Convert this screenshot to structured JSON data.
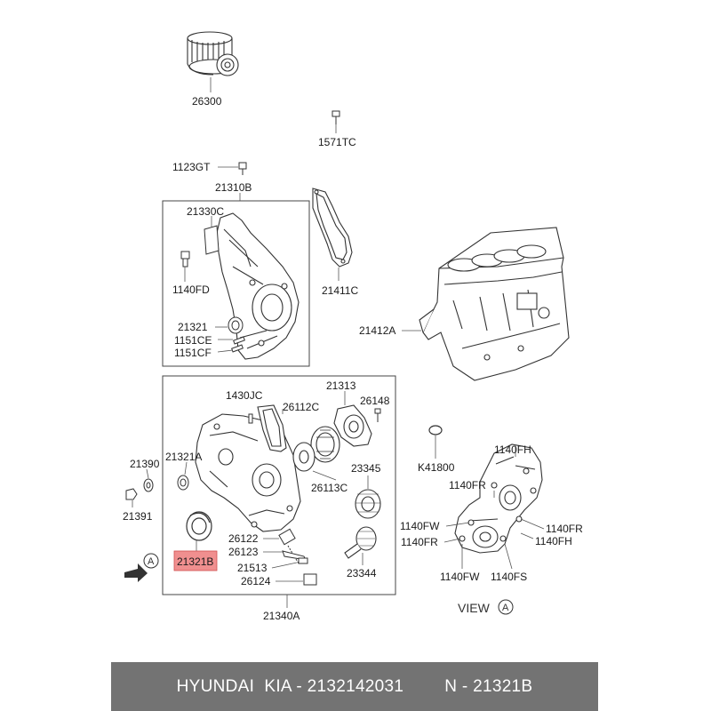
{
  "labels": {
    "l26300": "26300",
    "l1571TC": "1571TC",
    "l1123GT": "1123GT",
    "l21310B": "21310B",
    "l21330C": "21330C",
    "l1140FD": "1140FD",
    "l21411C": "21411C",
    "l21321": "21321",
    "l1151CE": "1151CE",
    "l1151CF": "1151CF",
    "l21412A": "21412A",
    "l1430JC": "1430JC",
    "l21313": "21313",
    "l26112C": "26112C",
    "l26148": "26148",
    "l21321A": "21321A",
    "l21390": "21390",
    "l21391": "21391",
    "l26113C": "26113C",
    "l23345": "23345",
    "lK41800": "K41800",
    "l1140FH_top": "1140FH",
    "l1140FR_top": "1140FR",
    "l1140FW_l": "1140FW",
    "l1140FR_l": "1140FR",
    "l1140FR_r": "1140FR",
    "l1140FH_r": "1140FH",
    "l1140FW_b": "1140FW",
    "l1140FS": "1140FS",
    "l21321B": "21321B",
    "l26122": "26122",
    "l26123": "26123",
    "l21513": "21513",
    "l26124": "26124",
    "l23344": "23344",
    "l21340A": "21340A",
    "view_word": "VIEW",
    "view_letter": "A",
    "arrow_letter": "A"
  },
  "footer": {
    "brand": "HYUNDAI  KIA - 2132142031",
    "part": "N - 21321B"
  },
  "highlight_color": "#f08f8f"
}
